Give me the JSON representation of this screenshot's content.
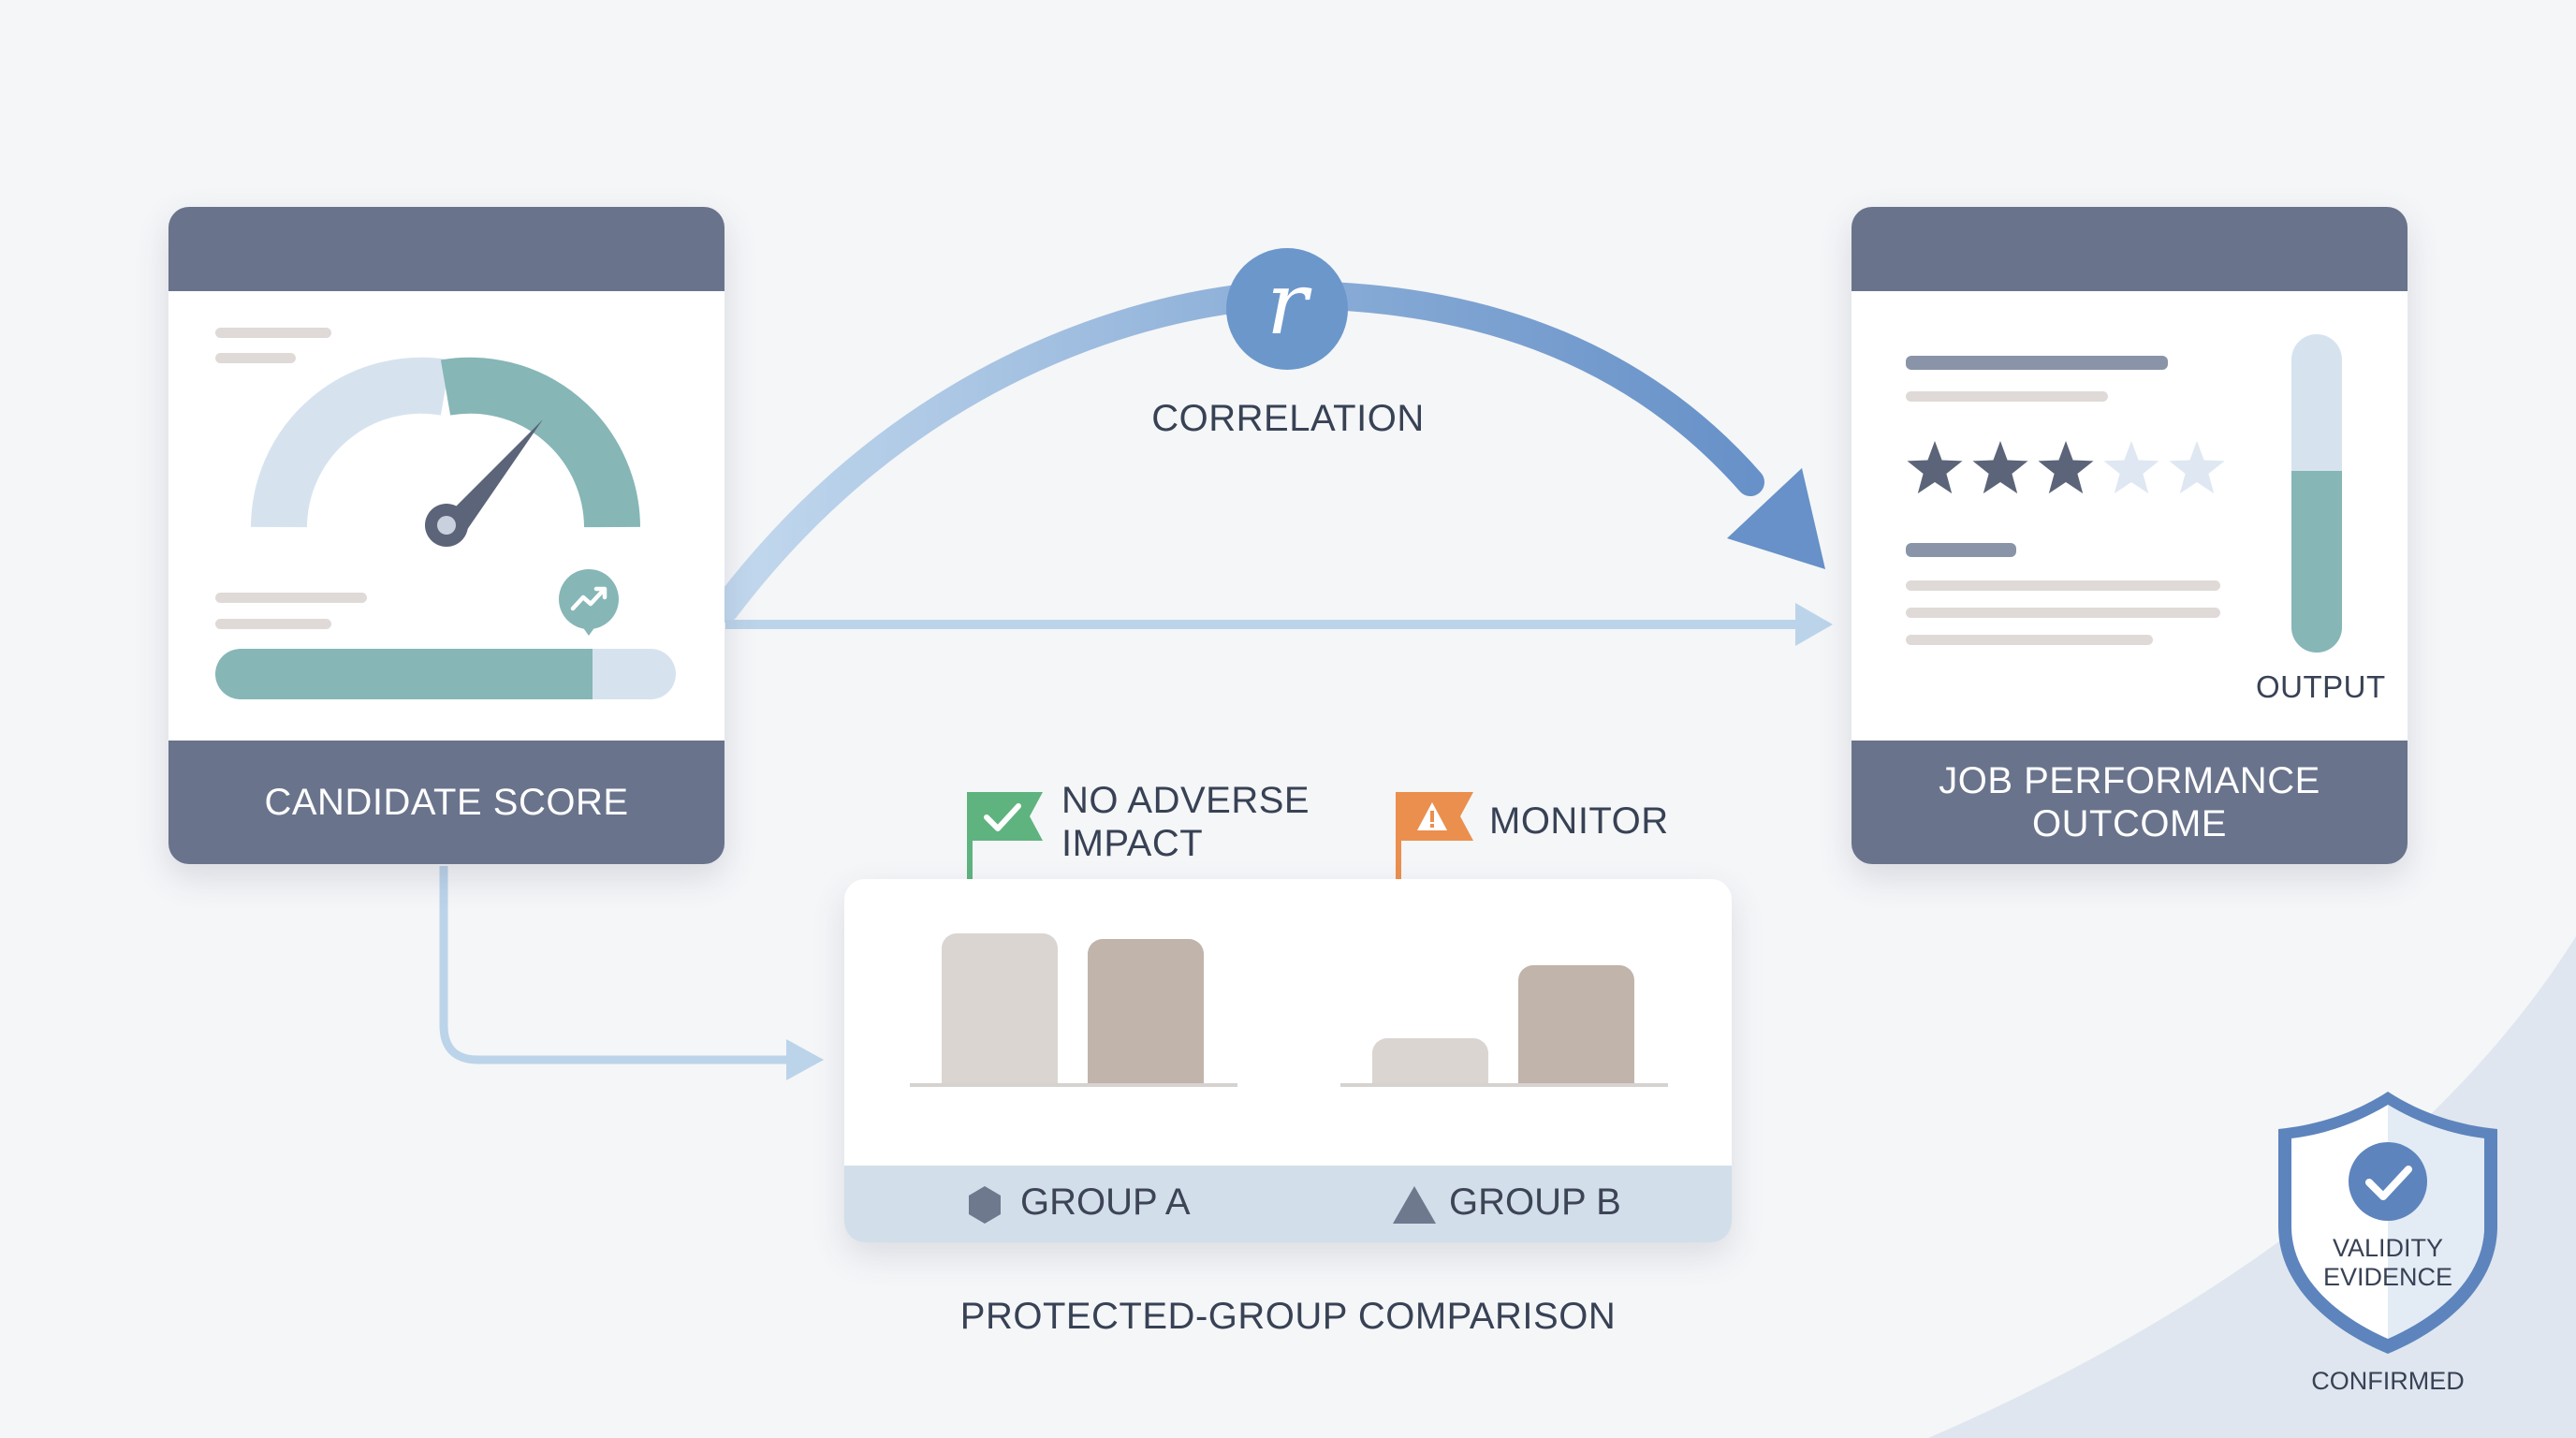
{
  "colors": {
    "background": "#f5f6f8",
    "card_header": "#69738c",
    "arrow_blue": "#6d98cb",
    "arrow_light": "#b9d3ea",
    "teal": "#86b6b6",
    "light_blue": "#d6e3ef",
    "flag_green": "#5fb37f",
    "flag_orange": "#eb8f4e",
    "bar_light": "#dbd5d2",
    "bar_dark": "#c1b4ab",
    "shield_blue": "#5d84bd"
  },
  "candidate_card": {
    "label": "CANDIDATE SCORE",
    "icons": [
      "gauge-icon",
      "trending-up-icon"
    ],
    "progress_fraction": 0.82
  },
  "performance_card": {
    "label_line1": "JOB PERFORMANCE",
    "label_line2": "OUTCOME",
    "output_label": "OUTPUT",
    "stars_filled": 3,
    "stars_total": 5,
    "output_fraction": 0.57
  },
  "correlation": {
    "symbol": "r",
    "label": "CORRELATION"
  },
  "comparison": {
    "title": "PROTECTED-GROUP COMPARISON",
    "flags": [
      {
        "icon": "check-flag-icon",
        "line1": "NO ADVERSE",
        "line2": "IMPACT",
        "color": "#5fb37f"
      },
      {
        "icon": "warning-flag-icon",
        "label": "MONITOR",
        "color": "#eb8f4e"
      }
    ],
    "groups": [
      {
        "name": "GROUP A",
        "icon": "hexagon-icon"
      },
      {
        "name": "GROUP B",
        "icon": "triangle-icon"
      }
    ]
  },
  "badge": {
    "line1": "VALIDITY",
    "line2": "EVIDENCE",
    "status": "CONFIRMED",
    "icon": "shield-check-icon"
  }
}
